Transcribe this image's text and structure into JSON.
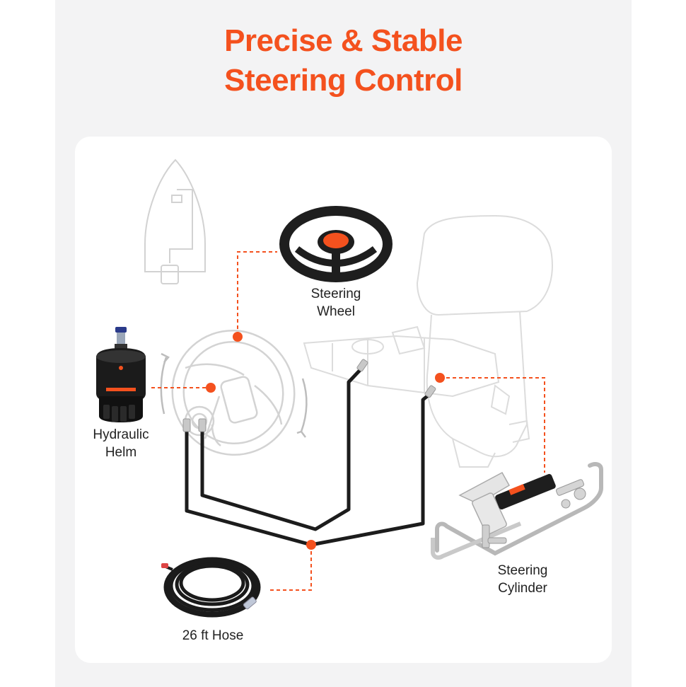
{
  "headline": {
    "line1": "Precise & Stable",
    "line2": "Steering Control"
  },
  "labels": {
    "steering_wheel": [
      "Steering",
      "Wheel"
    ],
    "hydraulic_helm": [
      "Hydraulic",
      "Helm"
    ],
    "steering_cylinder": [
      "Steering",
      "Cylinder"
    ],
    "hose": "26 ft Hose"
  },
  "colors": {
    "accent": "#f4511e",
    "hose": "#1c1c1c",
    "outline": "#d6d6d6"
  },
  "icons": [
    "boat-outline-icon",
    "steering-wheel-icon",
    "hydraulic-helm-icon",
    "steering-cylinder-icon",
    "coiled-hose-icon",
    "outboard-motor-outline-icon"
  ]
}
